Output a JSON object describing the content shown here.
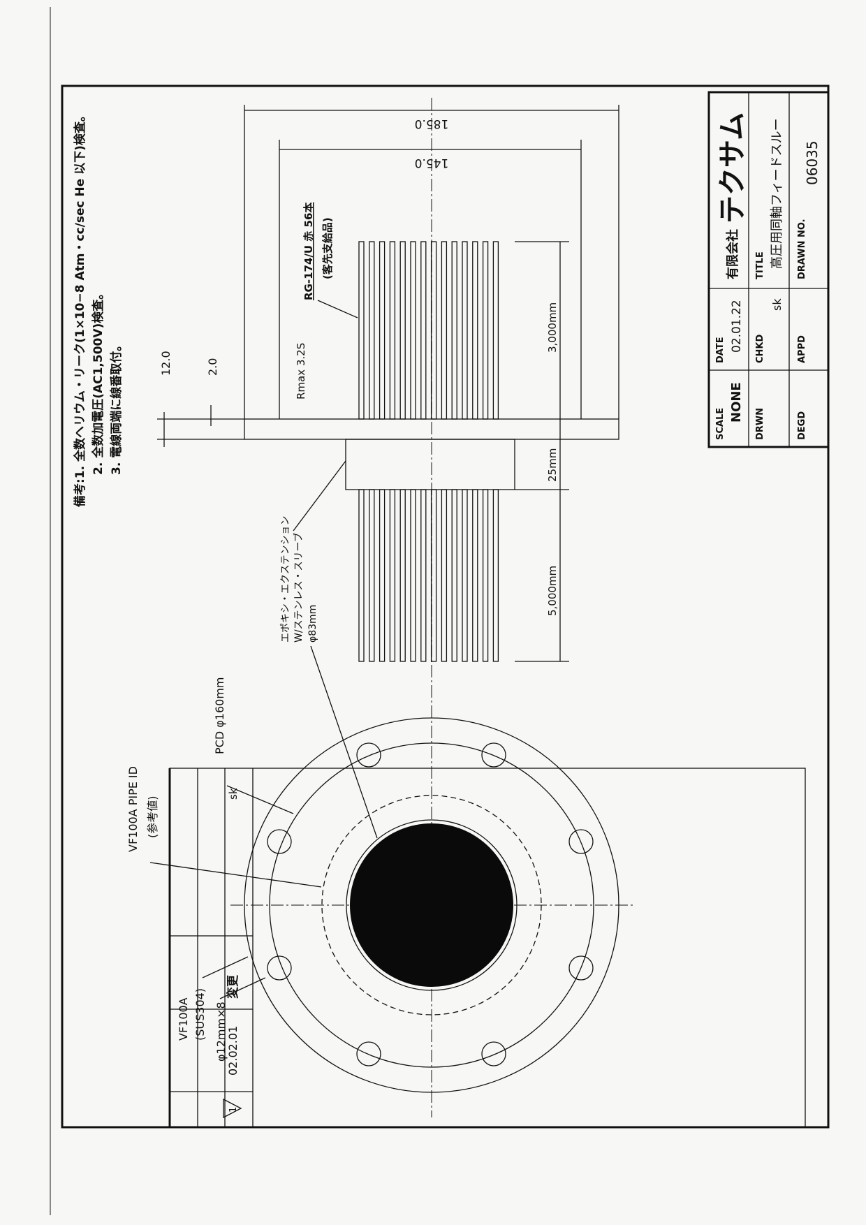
{
  "notes": {
    "prefix": "備考:1.",
    "items": [
      "全数ヘリウム・リーク(1×10−8 Atm・cc/sec He 以下)検査。",
      "2.  全数加電圧(AC1,500V)検査。",
      "3.  電線両端に線番取付。"
    ]
  },
  "title_block": {
    "scale_label": "SCALE",
    "scale": "NONE",
    "date_label": "DATE",
    "date": "02.01.22",
    "company_prefix": "有限会社",
    "company": "テクサム",
    "drwn_label": "DRWN",
    "chkd_label": "CHKD",
    "chkd": "sk",
    "title_label": "TITLE",
    "title": "高圧用同軸フィードスルー",
    "degd_label": "DEGD",
    "appd_label": "APPD",
    "drawn_no_label": "DRAWN NO.",
    "drawn_no": "06035"
  },
  "dimensions": {
    "overall": "185.0",
    "inner": "145.0",
    "thickness": "12.0",
    "step": "2.0",
    "top_cable": "3,000mm",
    "sleeve": "25mm",
    "bottom_cable": "5,000mm"
  },
  "labels": {
    "cable": "RG-174/U 赤  56本",
    "cable_note": "(客先支給品)",
    "roughness": "Rmax 3.2S",
    "epoxy1": "エポキシ・エクステンション",
    "epoxy2": "W/ステンレス・スリーブ",
    "epoxy3": "φ83mm",
    "pcd": "PCD  φ160mm",
    "pipe1": "VF100A  PIPE ID",
    "pipe2": "(参考値)",
    "flange1": "VF100A",
    "flange2": "(SUS304)",
    "holes": "φ12mm×8"
  },
  "revision": {
    "no": "1",
    "date": "02.02.01",
    "desc": "変更",
    "by": "sk"
  }
}
